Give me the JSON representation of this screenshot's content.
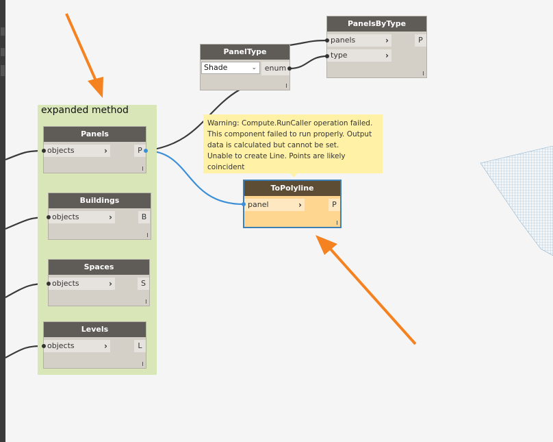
{
  "group": {
    "title": "expanded method"
  },
  "nodes": {
    "panels": {
      "title": "Panels",
      "input": "objects",
      "output": "P"
    },
    "buildings": {
      "title": "Buildings",
      "input": "objects",
      "output": "B"
    },
    "spaces": {
      "title": "Spaces",
      "input": "objects",
      "output": "S"
    },
    "levels": {
      "title": "Levels",
      "input": "objects",
      "output": "L"
    },
    "panel_type": {
      "title": "PanelType",
      "dropdown_value": "Shade",
      "output": "enum"
    },
    "panels_by_type": {
      "title": "PanelsByType",
      "inputs": [
        "panels",
        "type"
      ],
      "output": "P"
    },
    "to_polyline": {
      "title": "ToPolyline",
      "input": "panel",
      "output": "P"
    }
  },
  "warning": {
    "lines": [
      "Warning: Compute.RunCaller operation failed.",
      "This component failed to run properly. Output",
      "data is calculated but cannot be set.",
      "Unable to create Line. Points are likely",
      "coincident"
    ]
  },
  "colors": {
    "group_bg": "#d9e6b7",
    "node_header": "#5f5c58",
    "node_body": "#d4d0c8",
    "warning_bg": "#fff2a6",
    "selected_border": "#3d7fb5",
    "wire": "#3a3a3a",
    "wire_selected": "#3c8fd6",
    "arrow": "#f58220"
  },
  "icons": [
    "arrow-annotation",
    "chevron-right-icon",
    "dropdown-caret-icon",
    "mesh-preview"
  ]
}
